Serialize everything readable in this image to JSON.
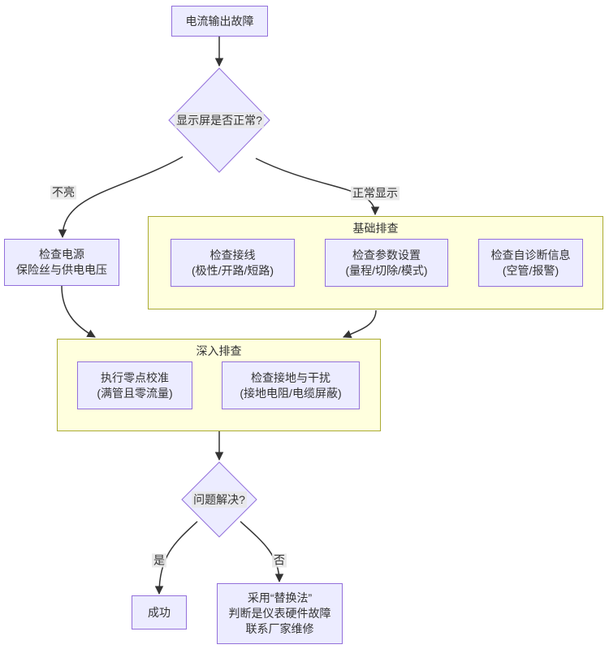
{
  "diagram": {
    "type": "flowchart",
    "colors": {
      "node_fill": "#ECECFF",
      "node_border": "#9370DB",
      "cluster_fill": "#FFFFDE",
      "cluster_border": "#AAAA33",
      "edge": "#333333",
      "text": "#333333",
      "edge_label_bg": "#E8E8E8"
    },
    "nodes": {
      "start": {
        "label": "电流输出故障"
      },
      "display_check": {
        "label": "显示屏是否正常?"
      },
      "check_power": {
        "label": "检查电源\n保险丝与供电电压"
      },
      "check_wiring": {
        "label": "检查接线\n(极性/开路/短路)"
      },
      "check_params": {
        "label": "检查参数设置\n(量程/切除/模式)"
      },
      "check_diag": {
        "label": "检查自诊断信息\n(空管/报警)"
      },
      "zero_cal": {
        "label": "执行零点校准\n(满管且零流量)"
      },
      "check_ground": {
        "label": "检查接地与干扰\n(接地电阻/电缆屏蔽)"
      },
      "solved_check": {
        "label": "问题解决?"
      },
      "success": {
        "label": "成功"
      },
      "replace_method": {
        "label": "采用“替换法”\n判断是仪表硬件故障\n联系厂家维修"
      }
    },
    "subgraphs": {
      "basic": {
        "title": "基础排查"
      },
      "deep": {
        "title": "深入排查"
      }
    },
    "edge_labels": {
      "not_lit": "不亮",
      "normal_display": "正常显示",
      "yes": "是",
      "no": "否"
    }
  }
}
